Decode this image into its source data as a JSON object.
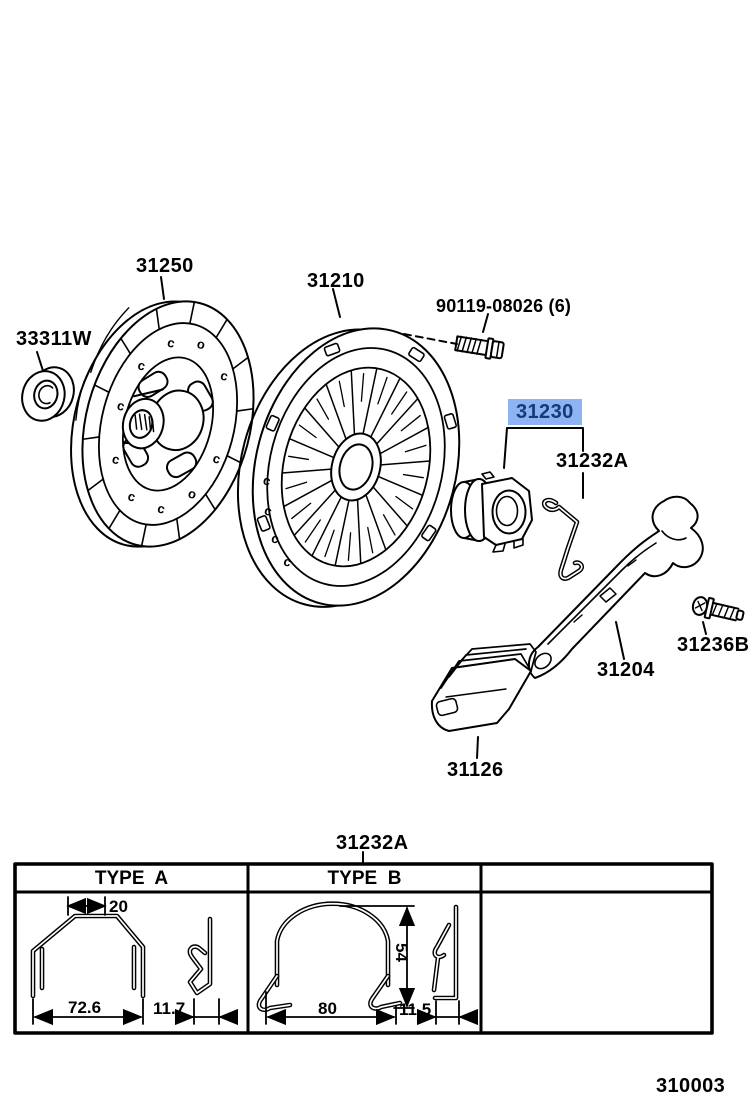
{
  "colors": {
    "highlight_bg": "#8db3f2",
    "highlight_text": "#17397a",
    "line": "#000000"
  },
  "parts": {
    "disc": "31250",
    "pilot_bearing": "33311W",
    "cover": "31210",
    "cover_bolt": "90119-08026 (6)",
    "release_bearing": "31230",
    "release_clip": "31232A",
    "fork": "31204",
    "fork_pivot_bolt": "31236B",
    "boot": "31126"
  },
  "table": {
    "title": "31232A",
    "columns": [
      {
        "header": "TYPE  A",
        "dims": {
          "top_width": "20",
          "bottom_width": "72.6",
          "side_width": "11.7"
        }
      },
      {
        "header": "TYPE  B",
        "dims": {
          "bottom_width": "80",
          "height": "54",
          "side_width": "11.5"
        }
      },
      {
        "header": ""
      }
    ]
  },
  "footer": {
    "drawing_code": "310003"
  }
}
